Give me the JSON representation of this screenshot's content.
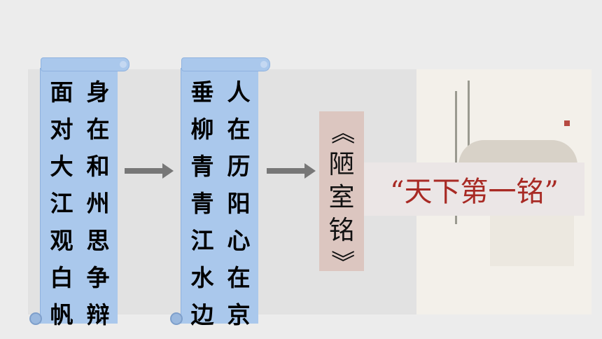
{
  "scroll_left": {
    "col_right": [
      "身",
      "在",
      "和",
      "州",
      "思",
      "争",
      "辩"
    ],
    "col_left": [
      "面",
      "对",
      "大",
      "江",
      "观",
      "白",
      "帆"
    ]
  },
  "scroll_middle": {
    "col_right": [
      "人",
      "在",
      "历",
      "阳",
      "心",
      "在",
      "京"
    ],
    "col_left": [
      "垂",
      "柳",
      "青",
      "青",
      "江",
      "水",
      "边"
    ]
  },
  "title_box": {
    "open_bracket": "《",
    "chars": [
      "陋",
      "室",
      "铭"
    ],
    "close_bracket": "》"
  },
  "quote_text": "“天下第一铭”",
  "colors": {
    "scroll_blue": "#aac8ec",
    "title_box_bg": "#dcc6c0",
    "quote_red": "#a82a24",
    "arrow_gray": "#777777"
  }
}
